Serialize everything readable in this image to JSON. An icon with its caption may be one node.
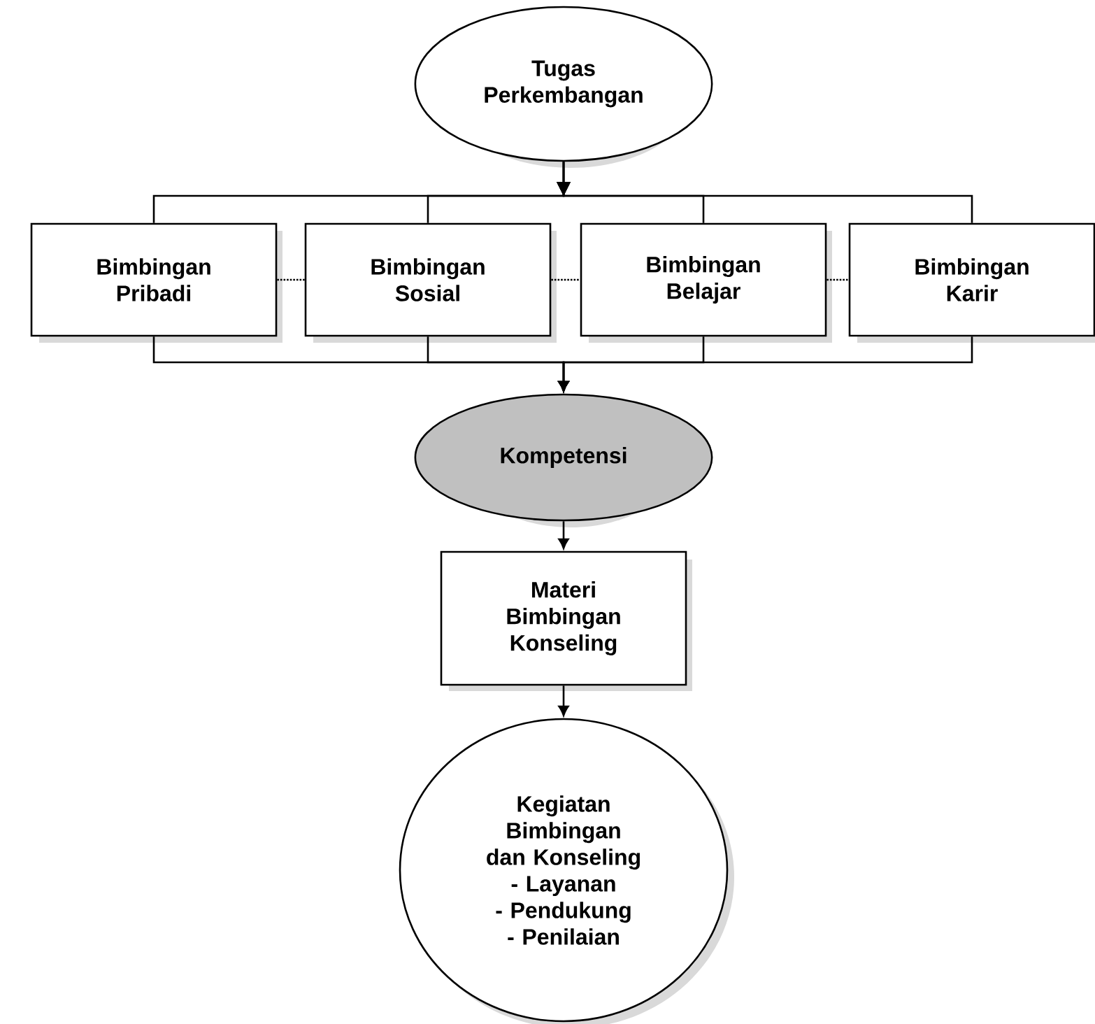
{
  "diagram": {
    "nodes": [
      {
        "text": [
          "Tugas Perkembangan"
        ]
      },
      {
        "text": [
          "Bimbingan Pribadi"
        ]
      },
      {
        "text": [
          "Bimbingan Sosial"
        ]
      },
      {
        "text": [
          "Bimbingan Belajar"
        ]
      },
      {
        "text": [
          "Bimbingan Karir"
        ]
      },
      {
        "text": [
          "Kompetensi"
        ]
      },
      {
        "text": [
          "Materi Bimbingan Konseling"
        ]
      },
      {
        "text": [
          "Kegiatan Bimbingan dan Konseling",
          "- Layanan",
          "- Pendukung",
          "- Penilaian"
        ]
      }
    ],
    "edges": [
      {
        "from": 0,
        "to": 1,
        "arrow": "to"
      },
      {
        "from": 0,
        "to": 2,
        "arrow": "to"
      },
      {
        "from": 0,
        "to": 3,
        "arrow": "to"
      },
      {
        "from": 0,
        "to": 4,
        "arrow": "to"
      },
      {
        "from": 1,
        "to": 2,
        "arrow": "none",
        "style": "dashed"
      },
      {
        "from": 2,
        "to": 3,
        "arrow": "none",
        "style": "dashed"
      },
      {
        "from": 3,
        "to": 4,
        "arrow": "none",
        "style": "dashed"
      },
      {
        "from": 1,
        "to": 5,
        "arrow": "to"
      },
      {
        "from": 2,
        "to": 5,
        "arrow": "to"
      },
      {
        "from": 3,
        "to": 5,
        "arrow": "to"
      },
      {
        "from": 4,
        "to": 5,
        "arrow": "to"
      },
      {
        "from": 5,
        "to": 6,
        "arrow": "to"
      },
      {
        "from": 6,
        "to": 7,
        "arrow": "to"
      }
    ]
  }
}
